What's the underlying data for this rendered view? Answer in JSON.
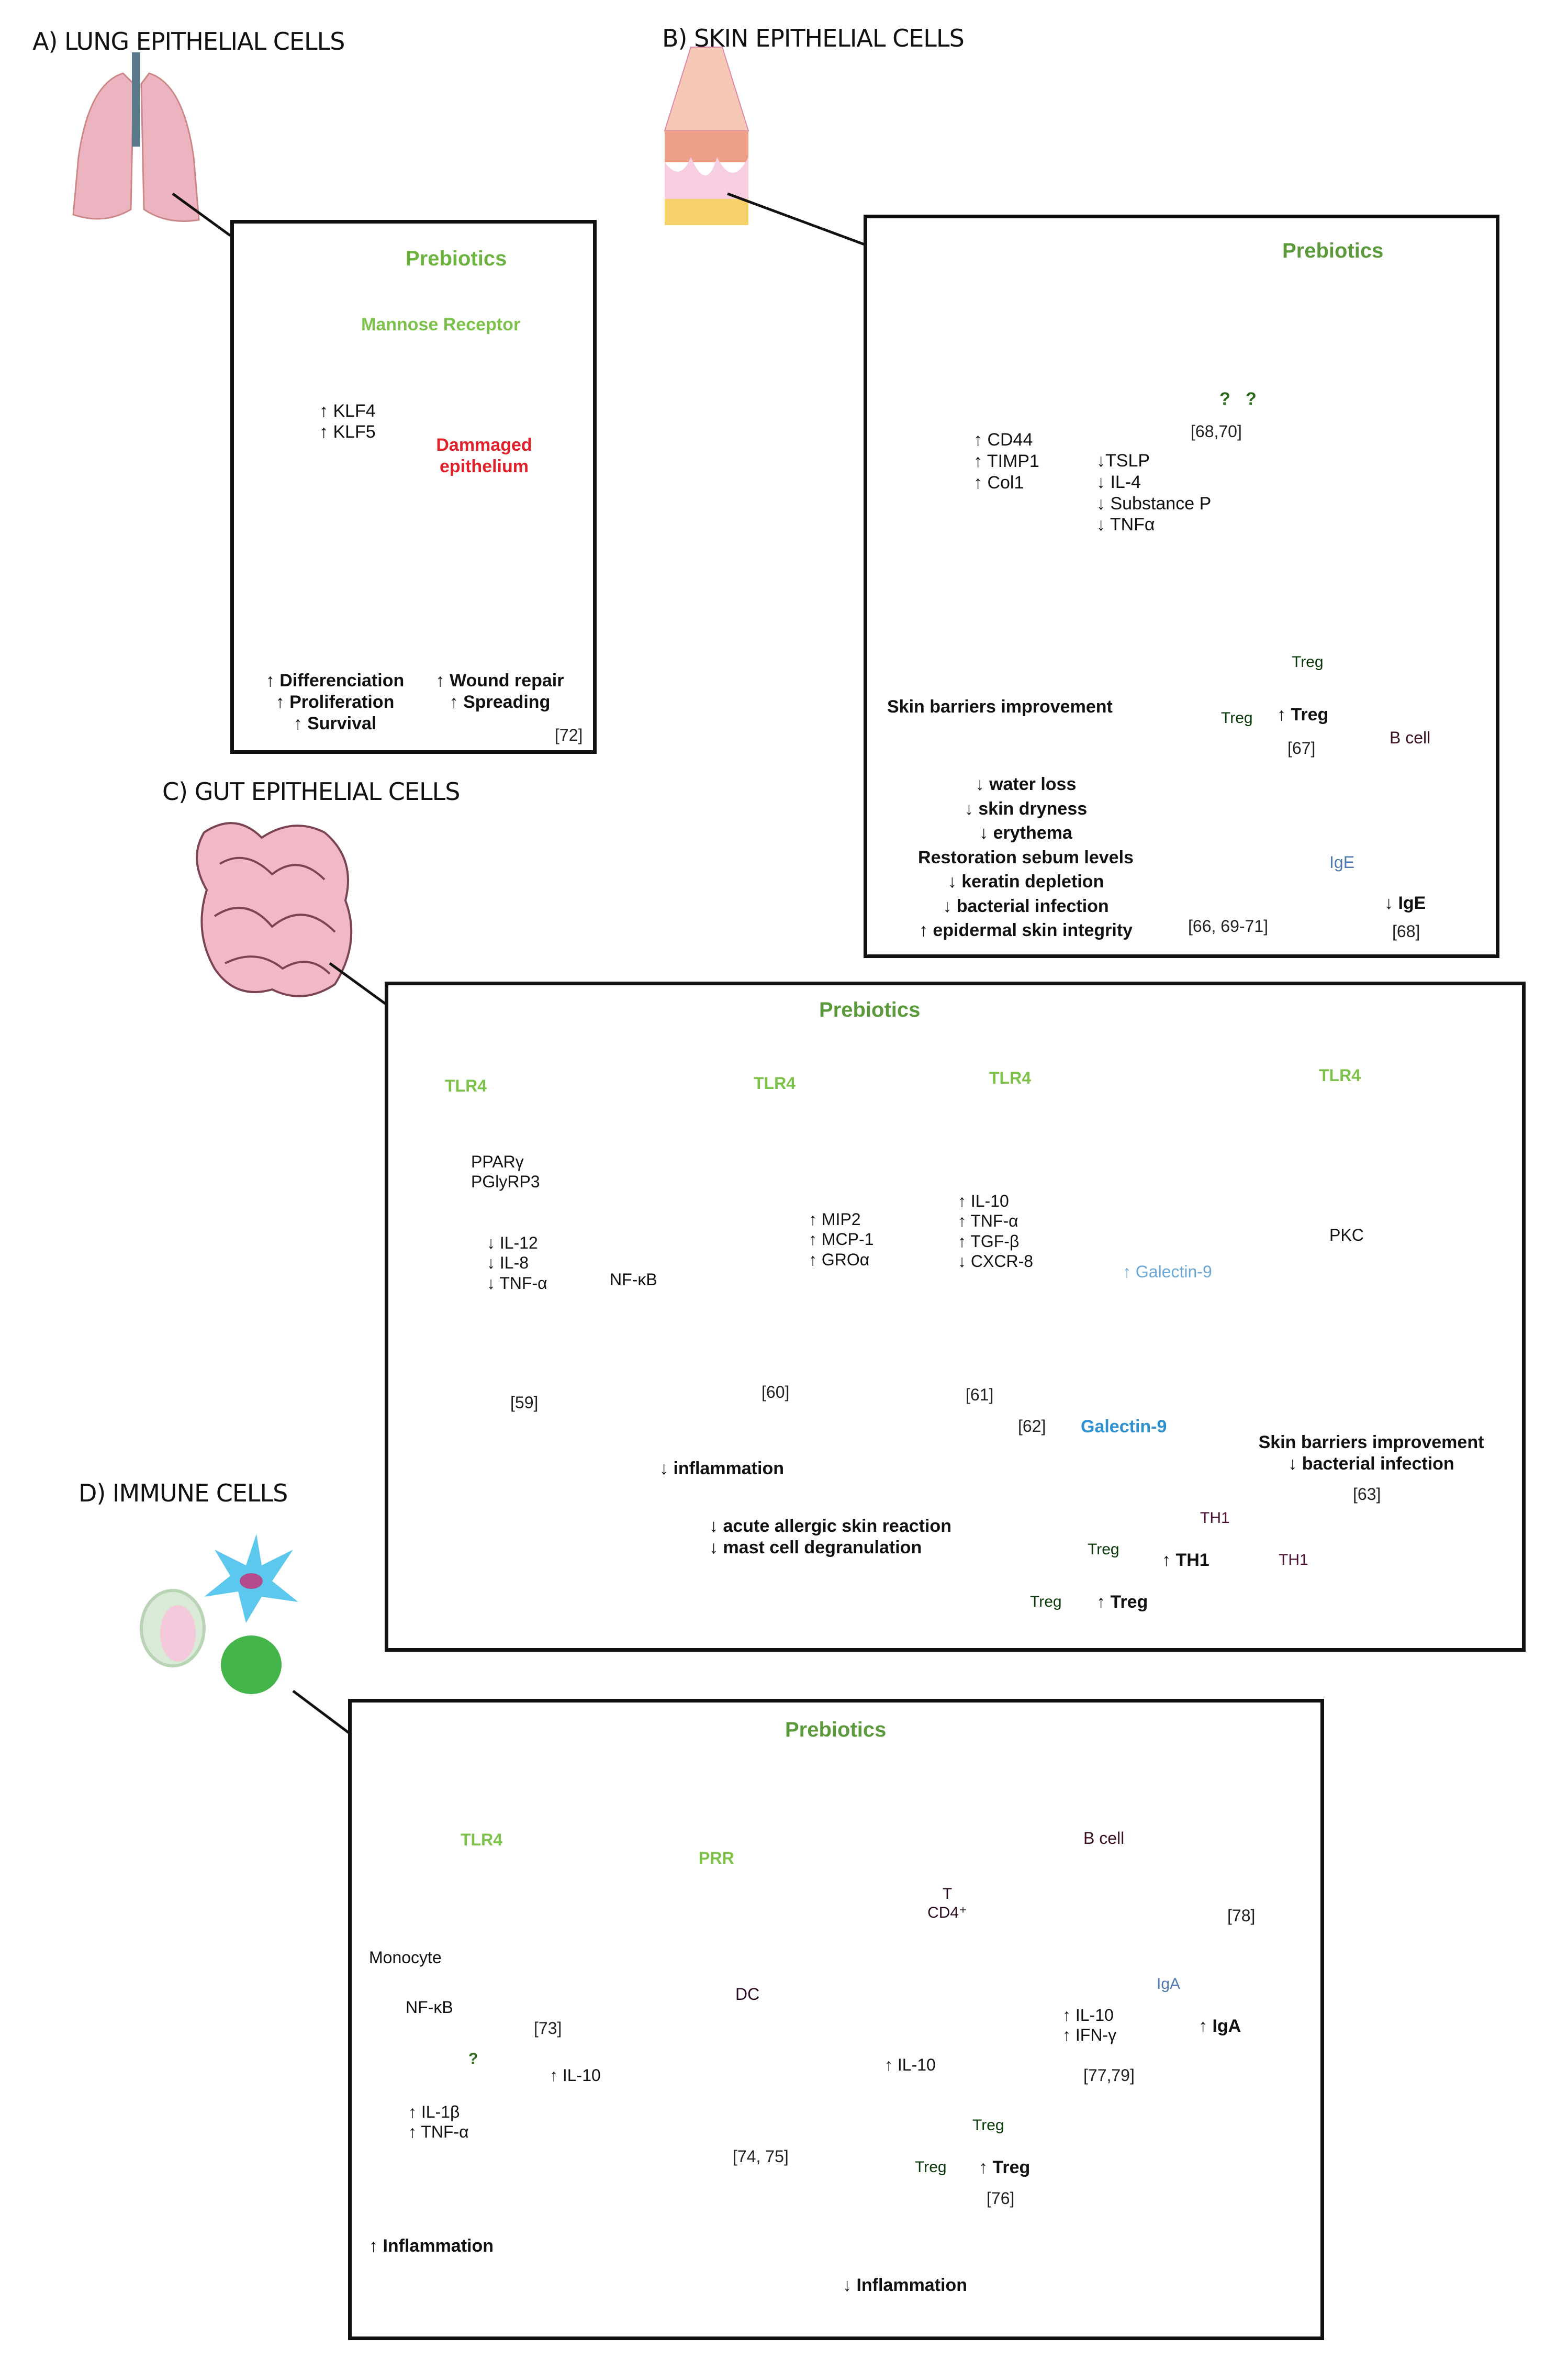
{
  "panels": {
    "a": {
      "title": "A) LUNG EPITHELIAL CELLS",
      "prebiotics": "Prebiotics",
      "receptor": "Mannose  Receptor",
      "genes": [
        "↑ KLF4",
        "↑ KLF5"
      ],
      "damaged": [
        "Dammaged",
        "epithelium"
      ],
      "outcomes_left": [
        "↑ Differenciation",
        "↑ Proliferation",
        "↑ Survival"
      ],
      "outcomes_right": [
        "↑ Wound repair",
        "↑ Spreading"
      ],
      "ref": "[72]"
    },
    "b": {
      "title": "B) SKIN EPITHELIAL CELLS",
      "prebiotics": "Prebiotics",
      "cell1_genes": [
        "↑ CD44",
        "↑ TIMP1",
        "↑ Col1"
      ],
      "ref_68_70": "[68,70]",
      "cell2_genes": [
        "↓TSLP",
        "↓ IL-4",
        "↓ Substance P",
        "↓ TNFα"
      ],
      "unknown_receptor": "?",
      "barrier_title": "Skin barriers improvement",
      "barrier_effects": [
        "↓ water loss",
        "↓ skin dryness",
        "↓ erythema",
        "Restoration sebum levels",
        "↓ keratin depletion",
        "↓ bacterial infection",
        "↑ epidermal skin integrity"
      ],
      "treg_label": "Treg",
      "treg_up": "↑ Treg",
      "ref_67": "[67]",
      "bcell": "B cell",
      "ige": "IgE",
      "ige_down": "↓ IgE",
      "ref_68": "[68]",
      "ref_66": "[66, 69-71]"
    },
    "c": {
      "title": "C) GUT EPITHELIAL CELLS",
      "prebiotics": "Prebiotics",
      "tlr4": "TLR4",
      "cell1": [
        "PPARγ",
        "PGlyRP3"
      ],
      "cell1_down": [
        "↓ IL-12",
        "↓ IL-8",
        "↓ TNF-α"
      ],
      "nfkb": "NF-κB",
      "cell3": [
        "↑ MIP2",
        "↑ MCP-1",
        "↑ GROα"
      ],
      "cell4": [
        "↑ IL-10",
        "↑ TNF-α",
        "↑ TGF-β",
        "↓ CXCR-8"
      ],
      "galectin_up": "↑ Galectin-9",
      "galectin": "Galectin-9",
      "pkc": "PKC",
      "refs": {
        "r59": "[59]",
        "r60": "[60]",
        "r61": "[61]",
        "r62": "[62]",
        "r63": "[63]"
      },
      "inflammation": "↓ inflammation",
      "allergy": [
        "↓ acute allergic skin reaction",
        "↓ mast cell degranulation"
      ],
      "barrier": [
        "Skin barriers improvement",
        "↓ bacterial infection"
      ],
      "treg_label": "Treg",
      "treg_up": "↑ Treg",
      "th1_label": "TH1",
      "th1_up": "↑ TH1"
    },
    "d": {
      "title": "D) IMMUNE CELLS",
      "prebiotics": "Prebiotics",
      "tlr4": "TLR4",
      "prr": "PRR",
      "monocyte": "Monocyte",
      "nfkb": "NF-κB",
      "question": "?",
      "ref_73": "[73]",
      "il10_mono": "↑ IL-10",
      "mono_out": [
        "↑ IL-1β",
        "↑ TNF-α"
      ],
      "inflammation_up": "↑ Inflammation",
      "dc": "DC",
      "ref_74": "[74, 75]",
      "il10_dc": "↑ IL-10",
      "treg_label": "Treg",
      "treg_up": "↑ Treg",
      "ref_76": "[76]",
      "tcell": [
        "T",
        "CD4⁺"
      ],
      "tcell_out": [
        "↑ IL-10",
        "↑ IFN-γ"
      ],
      "ref_77": "[77,79]",
      "bcell": "B cell",
      "ref_78": "[78]",
      "iga": "IgA",
      "iga_up": "↑ IgA",
      "inflammation_down": "↓ Inflammation"
    }
  },
  "colors": {
    "arrow": "#4e9a3a",
    "receptor": "#8fd44a",
    "cell": "#f6b39c",
    "cell_inner": "#fcd3c3",
    "nucleus": "#6cc47a",
    "damaged": "#f25a5a",
    "galectin": "#2b8fd0",
    "treg": "#3fae3f",
    "th1": "#e597b0"
  }
}
